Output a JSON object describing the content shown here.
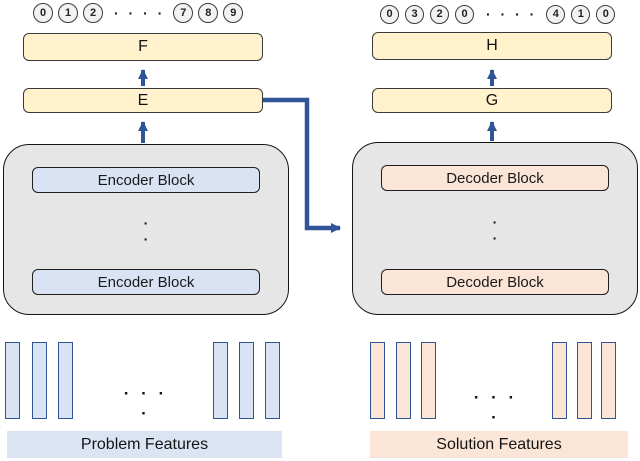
{
  "left": {
    "sequence": {
      "digits_start": [
        "0",
        "1",
        "2"
      ],
      "ellipsis": "· · · ·",
      "digits_end": [
        "7",
        "8",
        "9"
      ]
    },
    "box_f": "F",
    "box_e": "E",
    "block_label": "Encoder Block",
    "stack_ellipsis": "·\n·",
    "bars_ellipsis": "· · · ·",
    "features_label": "Problem Features"
  },
  "right": {
    "sequence": {
      "digits_start": [
        "0",
        "3",
        "2",
        "0"
      ],
      "ellipsis": "· · · ·",
      "digits_end": [
        "4",
        "1",
        "0"
      ]
    },
    "box_h": "H",
    "box_g": "G",
    "block_label": "Decoder Block",
    "stack_ellipsis": "·\n·",
    "bars_ellipsis": "· · · ·",
    "features_label": "Solution Features"
  },
  "colors": {
    "arrow_blue": "#2F5597",
    "box_yellow_fill": "#FFF2CC",
    "encoder_fill": "#DAE3F3",
    "decoder_fill": "#FBE5D6",
    "container_fill": "#E7E6E6",
    "circle_fill": "#F2F2F2",
    "bar_border": "#2F5597"
  }
}
